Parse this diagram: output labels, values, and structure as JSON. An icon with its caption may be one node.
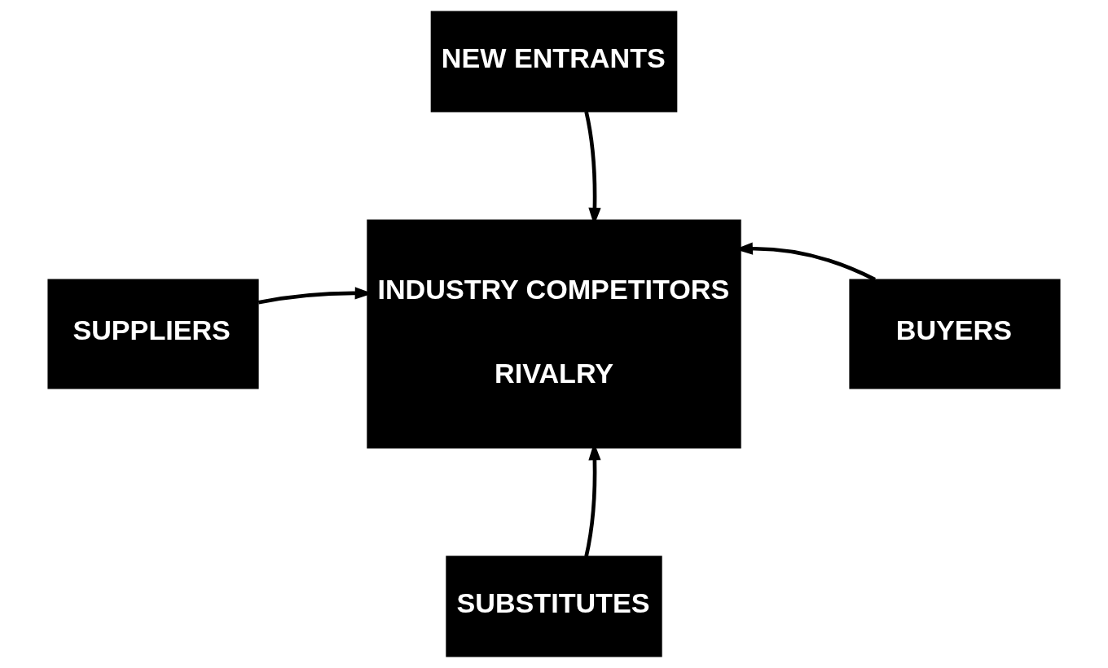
{
  "diagram": {
    "nodes": [
      {
        "text": [
          "NEW ENTRANTS"
        ]
      },
      {
        "text": [
          "SUPPLIERS"
        ]
      },
      {
        "text": [
          "INDUSTRY COMPETITORS",
          "RIVALRY"
        ]
      },
      {
        "text": [
          "BUYERS"
        ]
      },
      {
        "text": [
          "SUBSTITUTES"
        ]
      }
    ],
    "edges": [
      {
        "from": 0,
        "to": 2,
        "arrow": "to"
      },
      {
        "from": 1,
        "to": 2,
        "arrow": "to"
      },
      {
        "from": 3,
        "to": 2,
        "arrow": "to"
      },
      {
        "from": 4,
        "to": 2,
        "arrow": "to"
      }
    ]
  }
}
